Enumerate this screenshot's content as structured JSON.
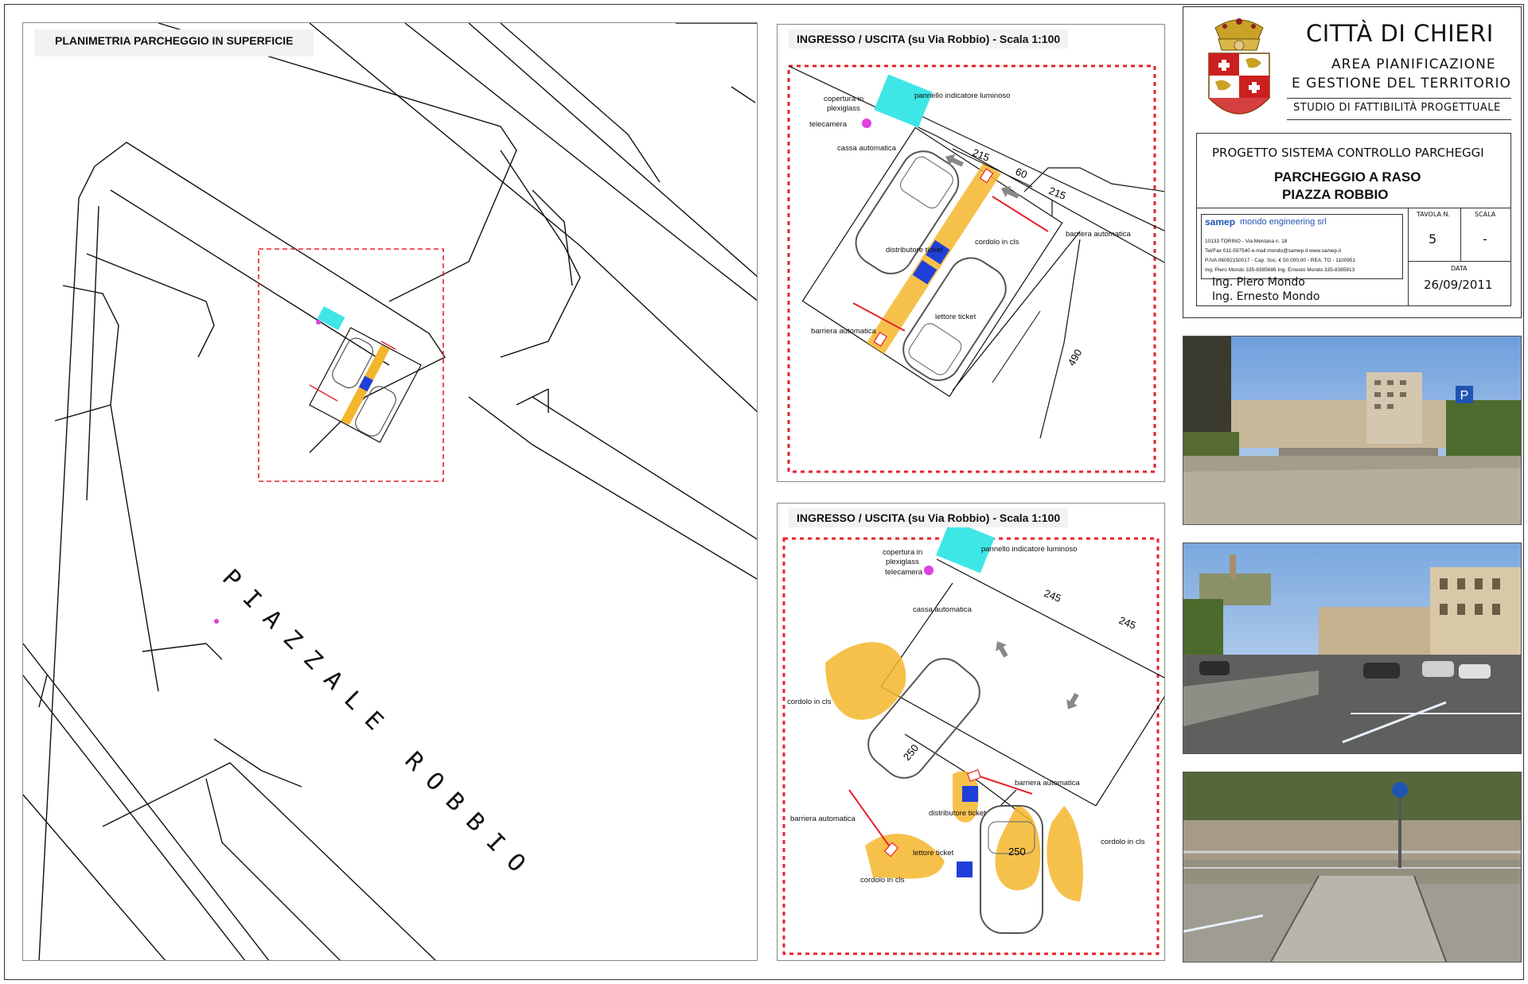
{
  "left_panel": {
    "title": "PLANIMETRIA PARCHEGGIO IN SUPERFICIE",
    "street_text": "PIAZZALE ROBBIO"
  },
  "top_panel": {
    "title": "INGRESSO / USCITA (su Via Robbio) - Scala 1:100",
    "labels": {
      "copertura": [
        "copertura in",
        "plexiglass"
      ],
      "pannello": "pannello indicatore luminoso",
      "telecamera": "telecamera",
      "cassa": "cassa automatica",
      "barriera_1": "barriera automatica",
      "cordolo": "cordolo in cls",
      "distributore": "distributore ticket",
      "lettore": "lettore ticket",
      "barriera_2": "barriera automatica"
    },
    "dimensions": {
      "d1": "215",
      "d2": "60",
      "d3": "215",
      "d4": "490"
    }
  },
  "bottom_panel": {
    "title": "INGRESSO / USCITA (su Via Robbio) - Scala 1:100",
    "labels": {
      "copertura": [
        "copertura in",
        "plexiglass"
      ],
      "pannello": "pannello indicatore luminoso",
      "telecamera": "telecamera",
      "cassa": "cassa automatica",
      "cordolo_1": "cordolo in cls",
      "barriera_1": "barriera automatica",
      "distributore": "distributore ticket",
      "barriera_2": "barriera automatica",
      "lettore": "lettore ticket",
      "cordolo_2": "cordolo in cls",
      "cordolo_3": "cordolo in cls"
    },
    "dimensions": {
      "d1": "245",
      "d2": "245",
      "d3": "250",
      "d4": "250"
    }
  },
  "title_block": {
    "city": "CITTÀ DI CHIERI",
    "dept_line1": "AREA PIANIFICAZIONE",
    "dept_line2": "E GESTIONE DEL TERRITORIO",
    "study": "STUDIO DI FATTIBILITÀ PROGETTUALE",
    "project": "PROGETTO SISTEMA CONTROLLO PARCHEGGI",
    "name_line1": "PARCHEGGIO A RASO",
    "name_line2": "PIAZZA ROBBIO",
    "firm_name": "samep",
    "firm_sub": "mondo engineering srl",
    "firm_lines": [
      "10133 TORINO - Via Mentana n. 18",
      "Tel/Fax 011-597540     e-mail:mondo@samep.it     www.samep.it",
      "P.IVA 06092150017  -  Cap. Soc. € 50.000,00  -  REA: TO - 1100951",
      "Ing. Piero Mondo 335-8385686   Ing. Ernesto Mondo 335-8385813"
    ],
    "tavola_label": "TAVOLA N.",
    "tavola_value": "5",
    "scala_label": "SCALA",
    "scala_value": "-",
    "engineer_1": "Ing. Piero Mondo",
    "engineer_2": "Ing. Ernesto Mondo",
    "data_label": "DATA",
    "data_value": "26/09/2011"
  },
  "colors": {
    "dashed_red": "#e8202a",
    "cyan": "#3fe6e6",
    "orange_hatch": "#f4b62c",
    "blue_dispenser": "#1f3fd9",
    "magenta": "#e040e0",
    "red_barrier": "#e8202a"
  }
}
